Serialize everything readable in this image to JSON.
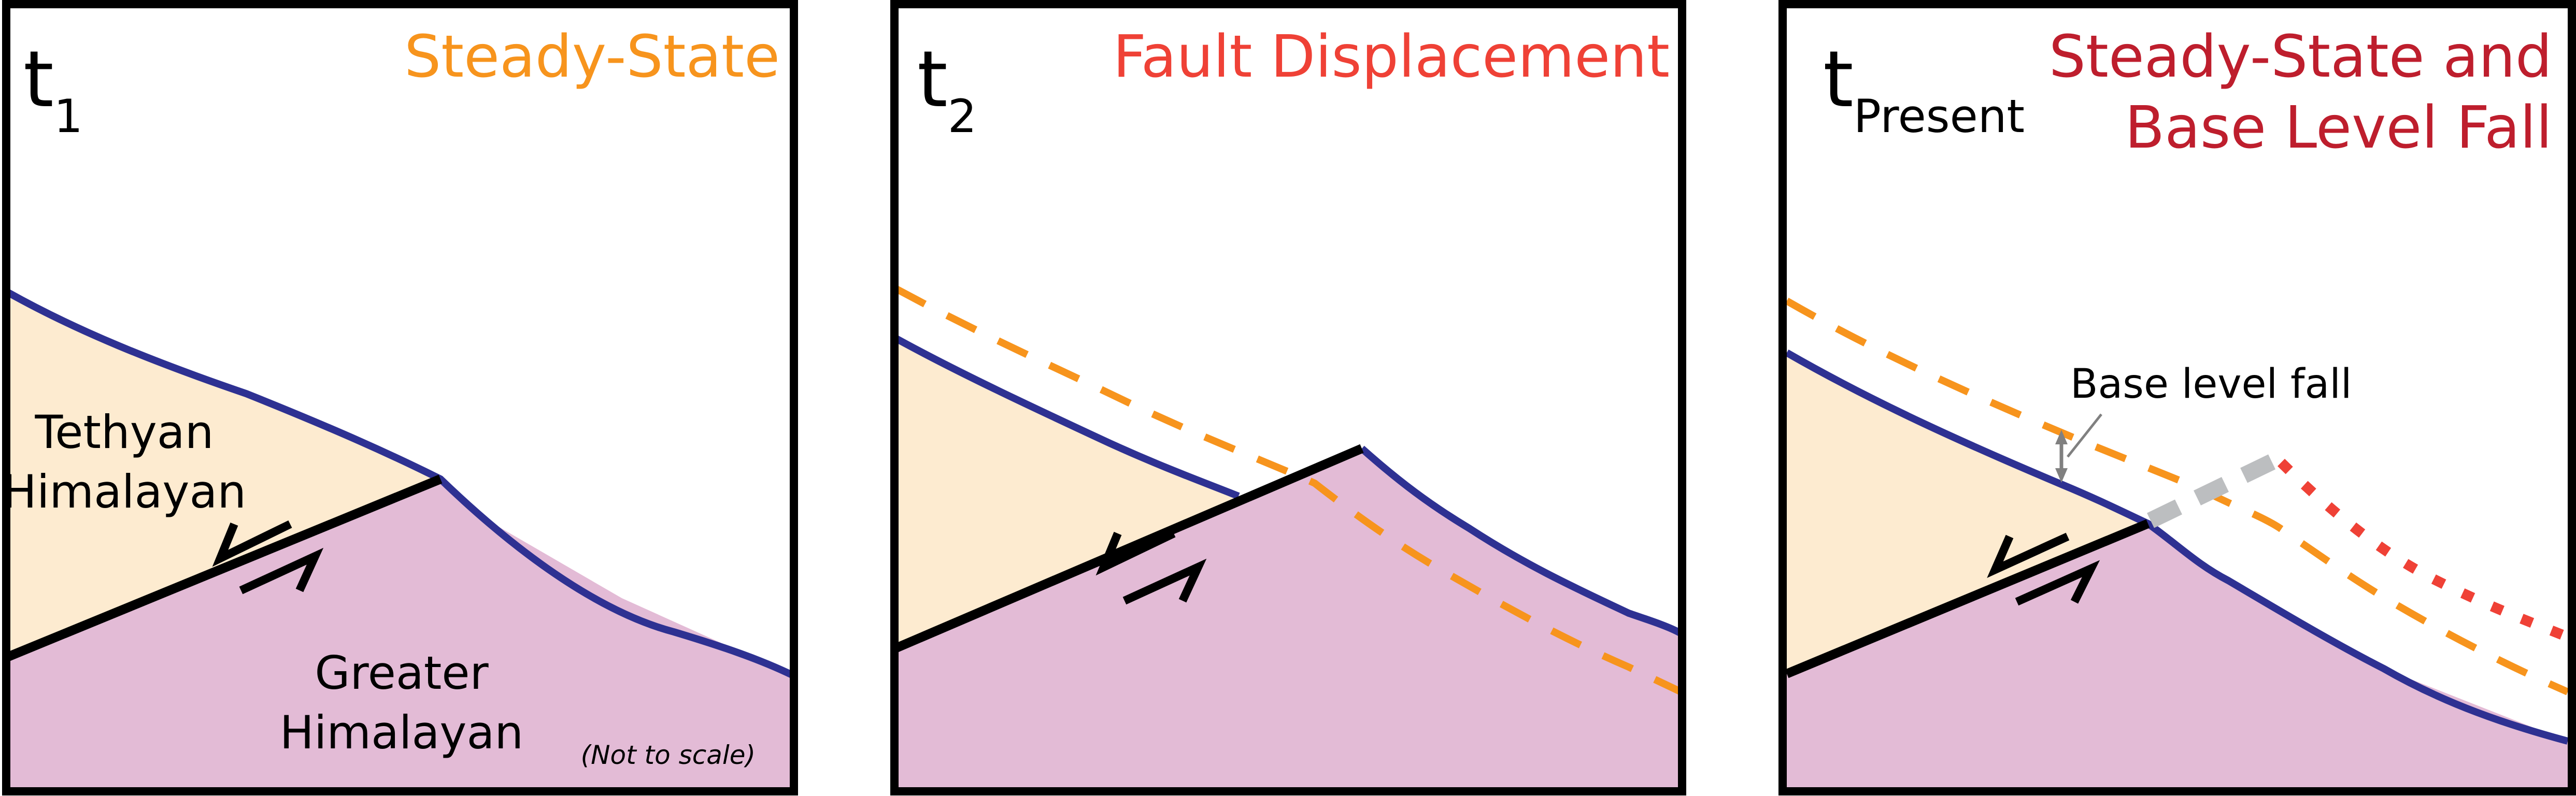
{
  "figure": {
    "note": "(Not to scale)",
    "colors": {
      "tethyan_fill": "#FDEBD0",
      "greater_fill": "#E3BBD6",
      "topography_line": "#2E3192",
      "steady_state": "#F7941D",
      "fault_displacement": "#EF4136",
      "base_level_fall": "#BE1E2D",
      "projected_line": "#BCBEC0"
    }
  },
  "panels": [
    {
      "time_base": "t",
      "time_sub": "1",
      "title_lines": [
        "Steady-State"
      ],
      "units": {
        "upper": [
          "Tethyan",
          "Himalayan"
        ],
        "lower": [
          "Greater",
          "Himalayan"
        ]
      }
    },
    {
      "time_base": "t",
      "time_sub": "2",
      "title_lines": [
        "Fault Displacement"
      ]
    },
    {
      "time_base": "t",
      "time_sub": "Present",
      "title_lines": [
        "Steady-State and",
        "Base Level Fall"
      ],
      "annotation": "Base level fall"
    }
  ]
}
